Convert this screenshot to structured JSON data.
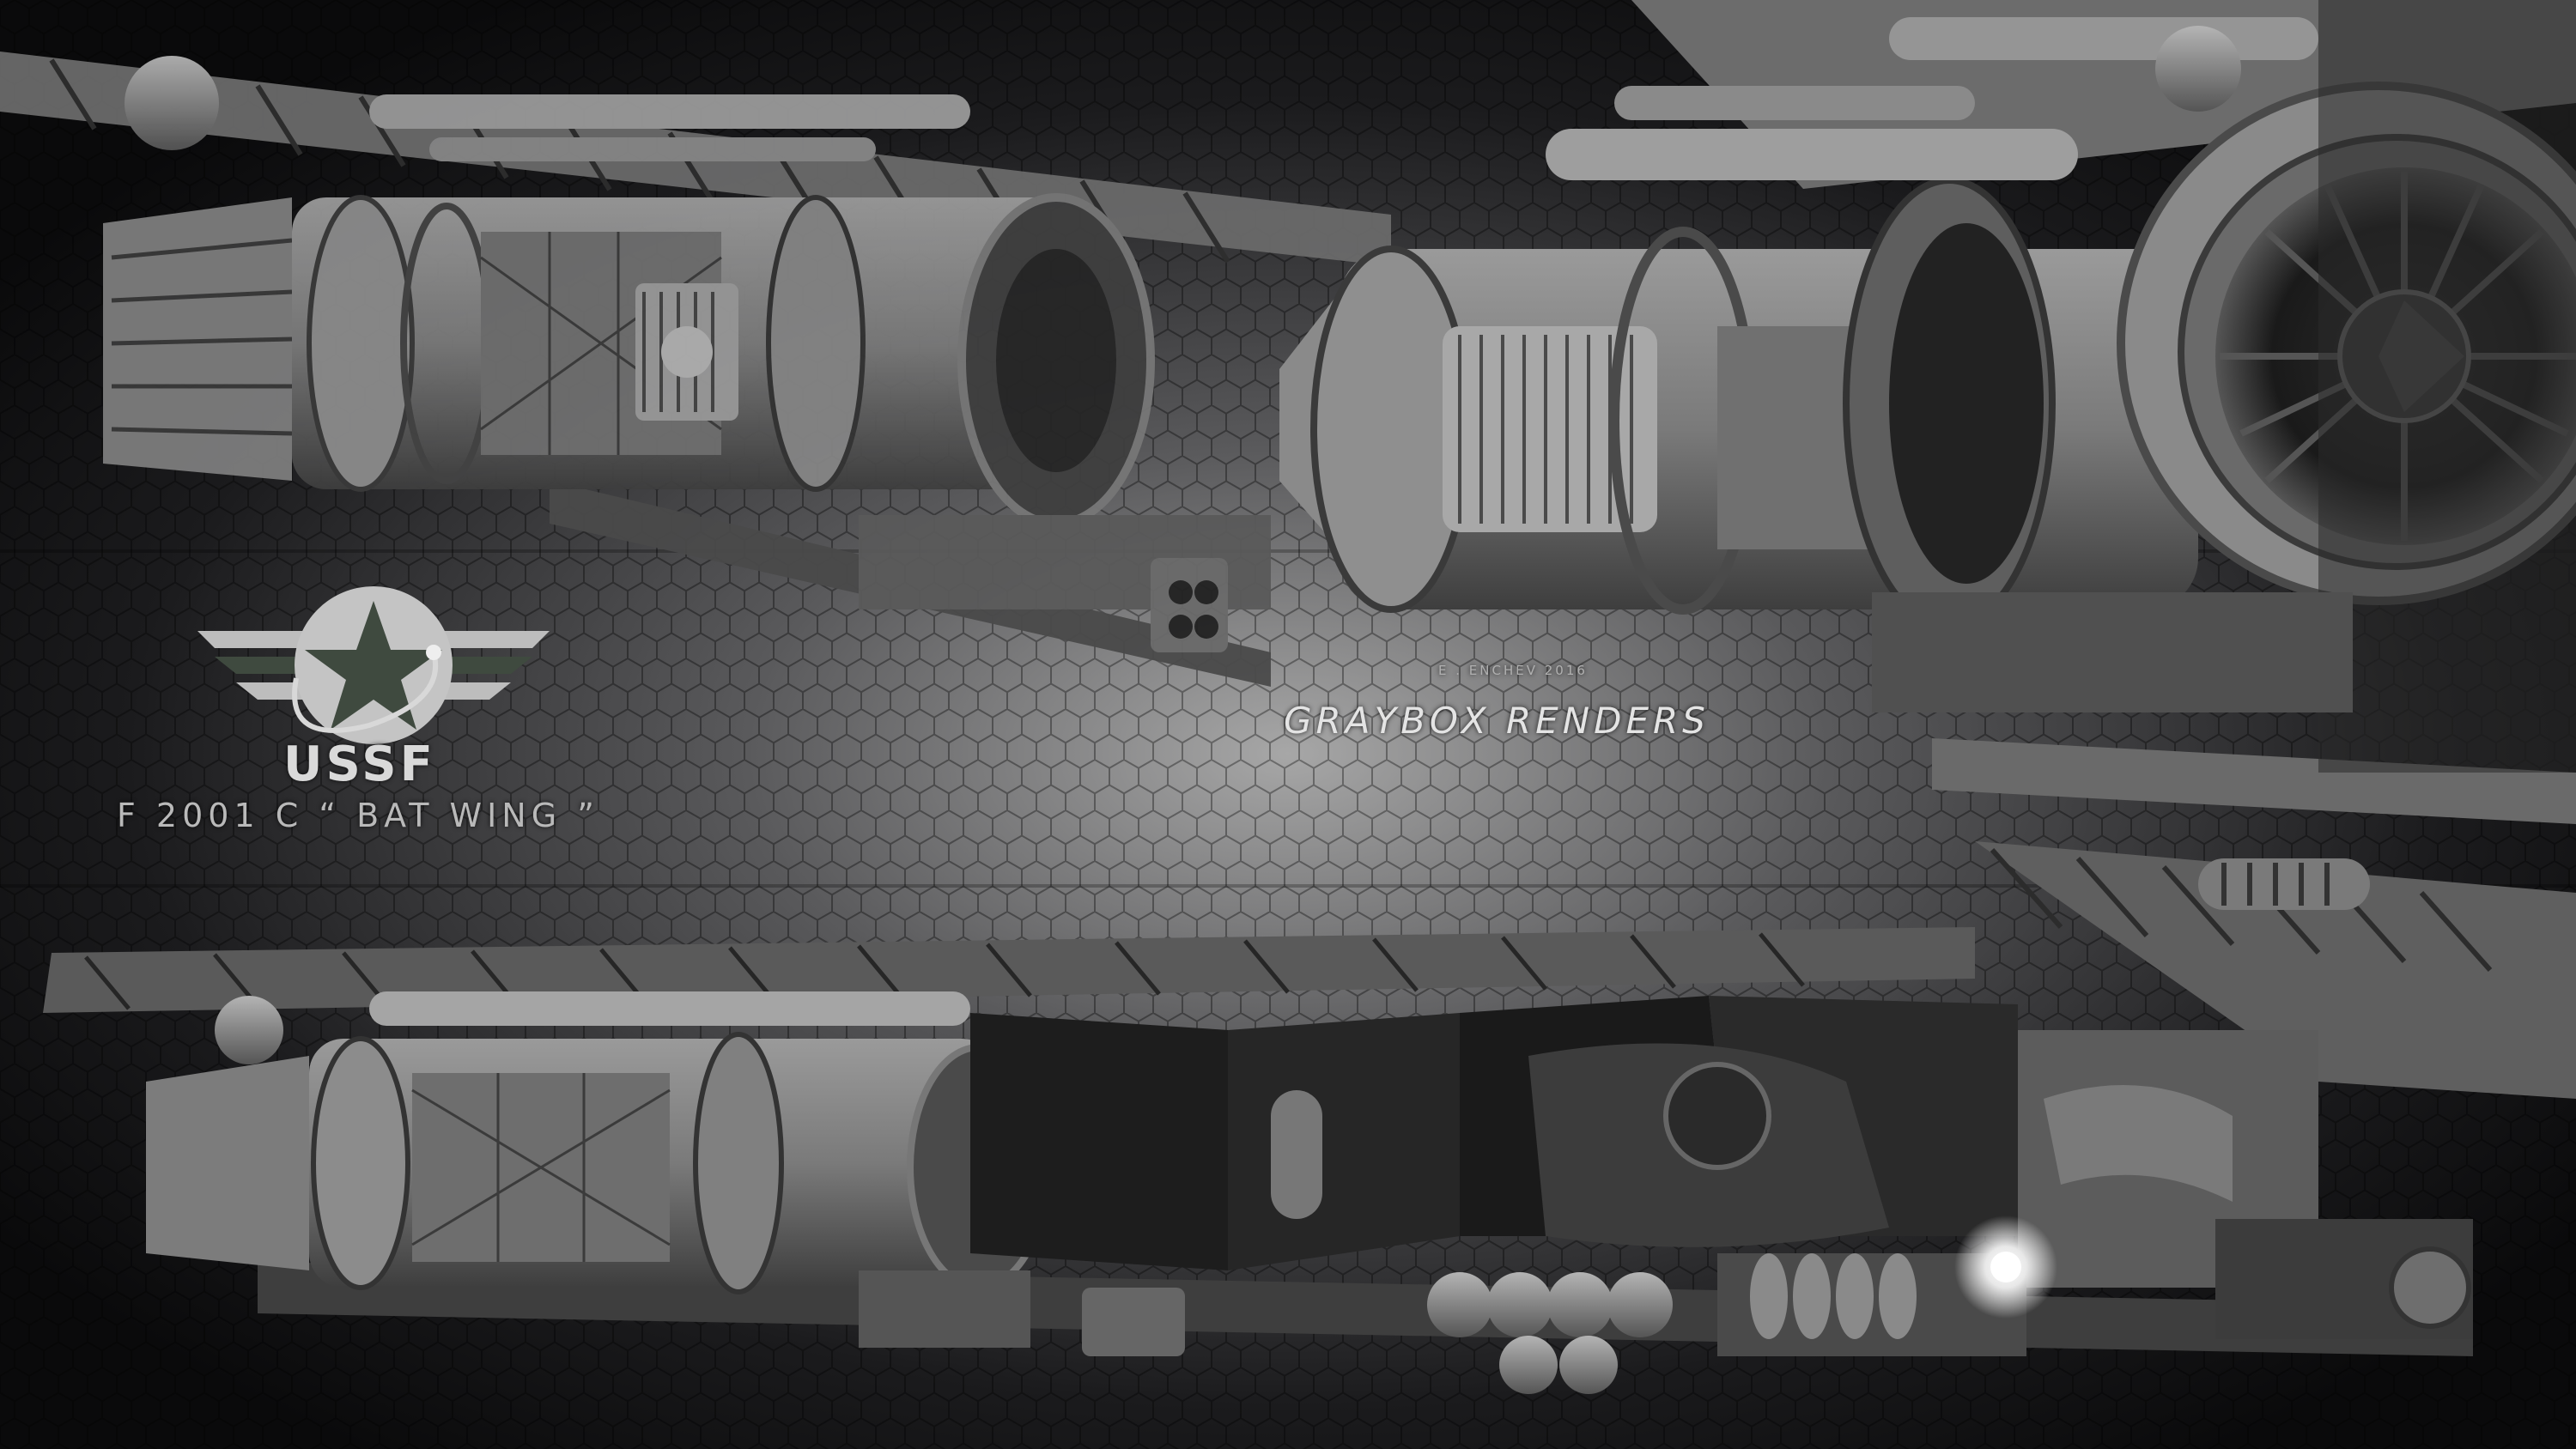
{
  "emblem": {
    "name": "USSF"
  },
  "titles": {
    "model": "F 2001 C “ BAT WING ”",
    "credit": "E . ENCHEV 2016",
    "section": "GRAYBOX RENDERS"
  },
  "colors": {
    "background": "#121214",
    "emblem_gray": "#bdbdbd",
    "emblem_green": "#3f4a3f",
    "model_gray": "#8a8a8a"
  }
}
